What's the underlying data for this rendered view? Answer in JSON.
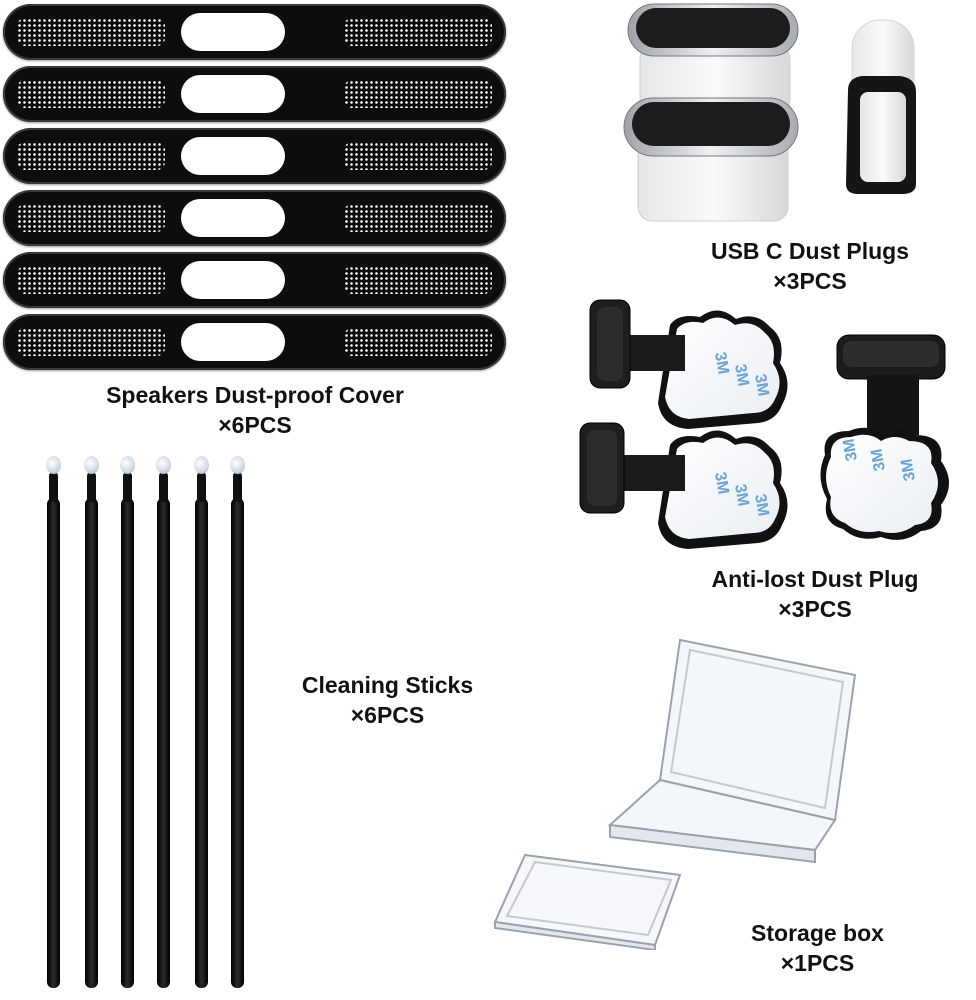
{
  "items": {
    "speakers": {
      "name": "Speakers Dust-proof Cover",
      "qty": "×6PCS"
    },
    "usb": {
      "name": "USB C Dust Plugs",
      "qty": "×3PCS"
    },
    "antilost": {
      "name": "Anti-lost Dust Plug",
      "qty": "×3PCS"
    },
    "sticks": {
      "name": "Cleaning Sticks",
      "qty": "×6PCS"
    },
    "box": {
      "name": "Storage box",
      "qty": "×1PCS"
    }
  },
  "sticker_text": "3M",
  "colors": {
    "background": "#ffffff",
    "mesh": "#0d0d0d",
    "sticker_print": "#6aa3d6",
    "plug_silver": "#c9ccd1"
  }
}
